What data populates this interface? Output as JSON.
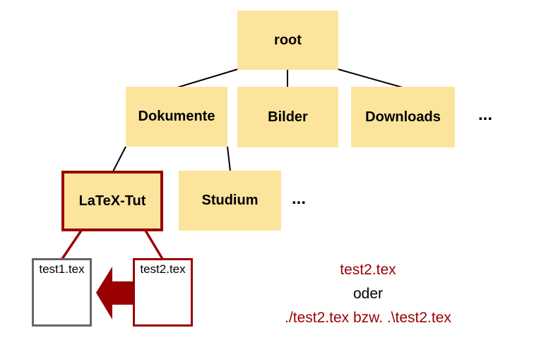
{
  "colors": {
    "folder_fill": "#FCE49C",
    "highlight_red": "#990000",
    "file_gray": "#666666",
    "line_black": "#000000"
  },
  "tree": {
    "root": {
      "label": "root"
    },
    "children": [
      {
        "label": "Dokumente"
      },
      {
        "label": "Bilder"
      },
      {
        "label": "Downloads"
      }
    ],
    "children_ellipsis": "...",
    "dokumente_children": [
      {
        "label": "LaTeX-Tut",
        "highlighted": true
      },
      {
        "label": "Studium"
      }
    ],
    "dokumente_children_ellipsis": "...",
    "latex_tut_files": [
      {
        "label": "test1.tex"
      },
      {
        "label": "test2.tex"
      }
    ]
  },
  "annotation": {
    "line1": "test2.tex",
    "line2": "oder",
    "line3": "./test2.tex bzw. .\\test2.tex"
  }
}
